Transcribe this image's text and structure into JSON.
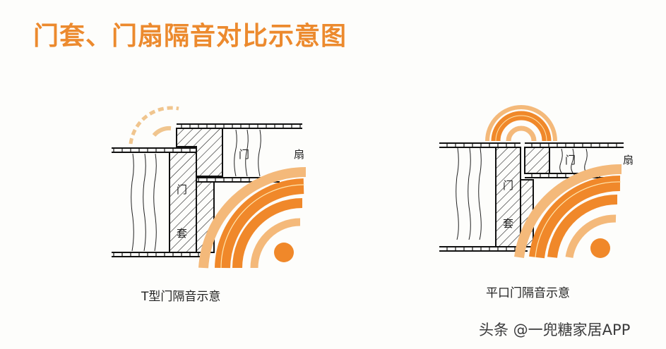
{
  "title": "门套、门扇隔音对比示意图",
  "colors": {
    "title": "#ec8a2e",
    "wave_strong": "#f0882a",
    "wave_light": "#f4b97a",
    "outline": "#1a1a1a",
    "background": "#fdfdfb"
  },
  "diagrams": [
    {
      "id": "t-type",
      "caption": "T型门隔音示意",
      "labels": {
        "frame_top": "门",
        "frame_bottom": "套",
        "leaf_top": "门",
        "leaf_right": "扇"
      },
      "top_waves": "faint / dashed (little leakage)"
    },
    {
      "id": "flat",
      "caption": "平口门隔音示意",
      "labels": {
        "frame_top": "门",
        "frame_bottom": "套",
        "leaf_top": "门",
        "leaf_right": "扇"
      },
      "top_waves": "strong (more leakage)"
    }
  ],
  "watermark": "头条 @一兜糖家居APP"
}
